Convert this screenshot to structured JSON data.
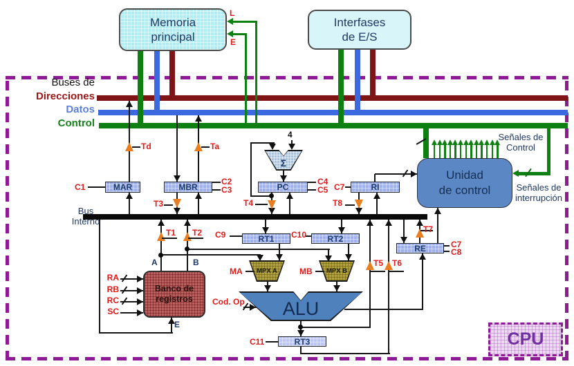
{
  "boxes": {
    "memoria": {
      "line1": "Memoria",
      "line2": "principal"
    },
    "interfases": {
      "line1": "Interfases",
      "line2": "de E/S"
    },
    "unidad": {
      "line1": "Unidad",
      "line2": "de control"
    },
    "banco": {
      "line1": "Banco de",
      "line2": "registros"
    },
    "cpu": "CPU",
    "alu": "ALU",
    "adder": "Σ",
    "mpxa": "MPX A",
    "mpxb": "MPX B"
  },
  "registers": {
    "mar": "MAR",
    "mbr": "MBR",
    "pc": "PC",
    "ri": "RI",
    "rt1": "RT1",
    "rt2": "RT2",
    "re": "RE",
    "rt3": "RT3"
  },
  "bus_labels": {
    "buses_de": "Buses de",
    "direcciones": "Direcciones",
    "datos": "Datos",
    "control": "Control",
    "bus_interno_1": "Bus",
    "bus_interno_2": "Interno"
  },
  "signals": {
    "c1": "C1",
    "c2": "C2",
    "c3": "C3",
    "c4": "C4",
    "c5": "C5",
    "c7_ri": "C7",
    "c7_re": "C7",
    "c8": "C8",
    "c9": "C9",
    "c10": "C10",
    "c11": "C11",
    "td": "Td",
    "ta": "Ta",
    "t1": "T1",
    "t2": "T2",
    "t3": "T3",
    "t4": "T4",
    "t5": "T5",
    "t6": "T6",
    "t7": "T7",
    "t8": "T8",
    "ra": "RA",
    "rb": "RB",
    "rc": "RC",
    "sc": "SC",
    "ma": "MA",
    "mb": "MB",
    "cod_op": "Cod. Op",
    "l": "L",
    "e": "E"
  },
  "ports": {
    "a": "A",
    "b": "B",
    "e": "E",
    "four": "4"
  },
  "annotations": {
    "senales_control_1": "Señales de",
    "senales_control_2": "Control",
    "senales_int_1": "Señales de",
    "senales_int_2": "interrupción"
  },
  "control_unit": {
    "signal_arrow_count": 13
  },
  "colors": {
    "bus_direcciones": "#7f1417",
    "bus_datos": "#3c68e0",
    "bus_control": "#0e8012",
    "label_red": "#de1a1a",
    "triangle_orange": "#e97e20",
    "border_purple": "#8e1a96",
    "text_navy": "#1f3864"
  }
}
